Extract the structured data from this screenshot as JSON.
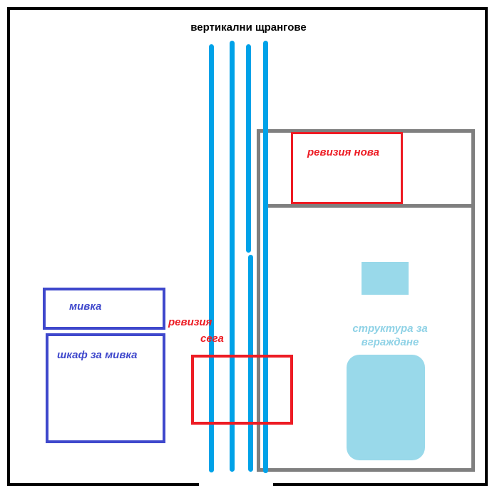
{
  "title": "вертикални щрангове",
  "labels": {
    "revision_new": "ревизия нова",
    "revision_now_line1": "ревизия",
    "revision_now_line2": "сега",
    "sink": "мивка",
    "sink_cabinet": "шкаф за мивка",
    "embed_line1": "структура за",
    "embed_line2": "вграждане"
  },
  "colors": {
    "pipe_blue": "#00a2e8",
    "light_blue_fill": "#99d9ea",
    "light_blue_text": "#8fd2e6",
    "outline_blue": "#3f48cc",
    "red": "#ed1c24",
    "gray": "#7f7f7f",
    "frame_black": "#000000"
  }
}
